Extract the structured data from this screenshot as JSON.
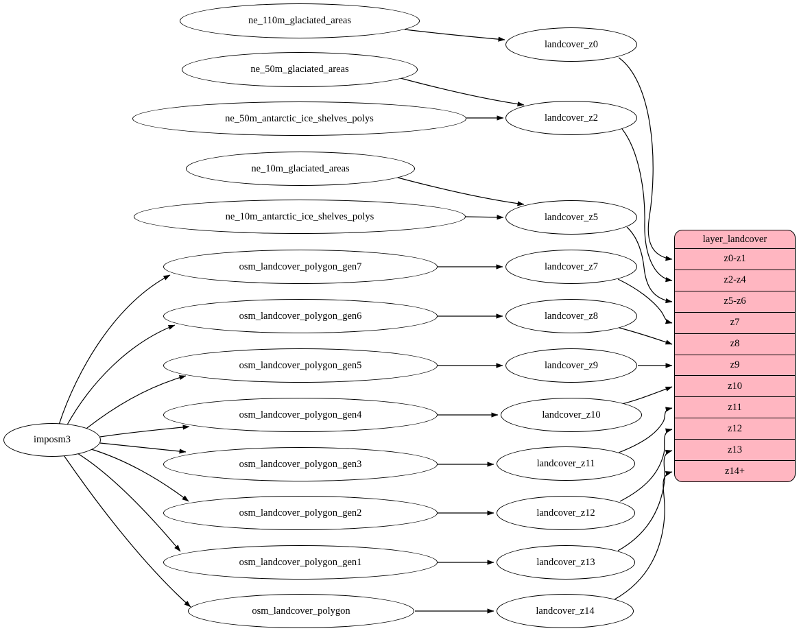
{
  "diagram": {
    "type": "etl-dependency-graph",
    "root": {
      "label": "imposm3"
    },
    "source_tables": [
      {
        "label": "ne_110m_glaciated_areas"
      },
      {
        "label": "ne_50m_glaciated_areas"
      },
      {
        "label": "ne_50m_antarctic_ice_shelves_polys"
      },
      {
        "label": "ne_10m_glaciated_areas"
      },
      {
        "label": "ne_10m_antarctic_ice_shelves_polys"
      },
      {
        "label": "osm_landcover_polygon_gen7"
      },
      {
        "label": "osm_landcover_polygon_gen6"
      },
      {
        "label": "osm_landcover_polygon_gen5"
      },
      {
        "label": "osm_landcover_polygon_gen4"
      },
      {
        "label": "osm_landcover_polygon_gen3"
      },
      {
        "label": "osm_landcover_polygon_gen2"
      },
      {
        "label": "osm_landcover_polygon_gen1"
      },
      {
        "label": "osm_landcover_polygon"
      }
    ],
    "generalized_tables": [
      {
        "label": "landcover_z0"
      },
      {
        "label": "landcover_z2"
      },
      {
        "label": "landcover_z5"
      },
      {
        "label": "landcover_z7"
      },
      {
        "label": "landcover_z8"
      },
      {
        "label": "landcover_z9"
      },
      {
        "label": "landcover_z10"
      },
      {
        "label": "landcover_z11"
      },
      {
        "label": "landcover_z12"
      },
      {
        "label": "landcover_z13"
      },
      {
        "label": "landcover_z14"
      }
    ],
    "layer": {
      "title": "layer_landcover",
      "zoom_rows": [
        "z0-z1",
        "z2-z4",
        "z5-z6",
        "z7",
        "z8",
        "z9",
        "z10",
        "z11",
        "z12",
        "z13",
        "z14+"
      ]
    },
    "edges": [
      [
        "imposm3",
        "osm_landcover_polygon_gen7"
      ],
      [
        "imposm3",
        "osm_landcover_polygon_gen6"
      ],
      [
        "imposm3",
        "osm_landcover_polygon_gen5"
      ],
      [
        "imposm3",
        "osm_landcover_polygon_gen4"
      ],
      [
        "imposm3",
        "osm_landcover_polygon_gen3"
      ],
      [
        "imposm3",
        "osm_landcover_polygon_gen2"
      ],
      [
        "imposm3",
        "osm_landcover_polygon_gen1"
      ],
      [
        "imposm3",
        "osm_landcover_polygon"
      ],
      [
        "ne_110m_glaciated_areas",
        "landcover_z0"
      ],
      [
        "ne_50m_glaciated_areas",
        "landcover_z2"
      ],
      [
        "ne_50m_antarctic_ice_shelves_polys",
        "landcover_z2"
      ],
      [
        "ne_10m_glaciated_areas",
        "landcover_z5"
      ],
      [
        "ne_10m_antarctic_ice_shelves_polys",
        "landcover_z5"
      ],
      [
        "osm_landcover_polygon_gen7",
        "landcover_z7"
      ],
      [
        "osm_landcover_polygon_gen6",
        "landcover_z8"
      ],
      [
        "osm_landcover_polygon_gen5",
        "landcover_z9"
      ],
      [
        "osm_landcover_polygon_gen4",
        "landcover_z10"
      ],
      [
        "osm_landcover_polygon_gen3",
        "landcover_z11"
      ],
      [
        "osm_landcover_polygon_gen2",
        "landcover_z12"
      ],
      [
        "osm_landcover_polygon_gen1",
        "landcover_z13"
      ],
      [
        "osm_landcover_polygon",
        "landcover_z14"
      ],
      [
        "landcover_z0",
        "layer_landcover:z0-z1"
      ],
      [
        "landcover_z2",
        "layer_landcover:z2-z4"
      ],
      [
        "landcover_z5",
        "layer_landcover:z5-z6"
      ],
      [
        "landcover_z7",
        "layer_landcover:z7"
      ],
      [
        "landcover_z8",
        "layer_landcover:z8"
      ],
      [
        "landcover_z9",
        "layer_landcover:z9"
      ],
      [
        "landcover_z10",
        "layer_landcover:z10"
      ],
      [
        "landcover_z11",
        "layer_landcover:z11"
      ],
      [
        "landcover_z12",
        "layer_landcover:z12"
      ],
      [
        "landcover_z13",
        "layer_landcover:z13"
      ],
      [
        "landcover_z14",
        "layer_landcover:z14+"
      ]
    ],
    "colors": {
      "layer_fill": "#ffb6c1",
      "node_fill": "#ffffff",
      "stroke": "#000000"
    }
  }
}
